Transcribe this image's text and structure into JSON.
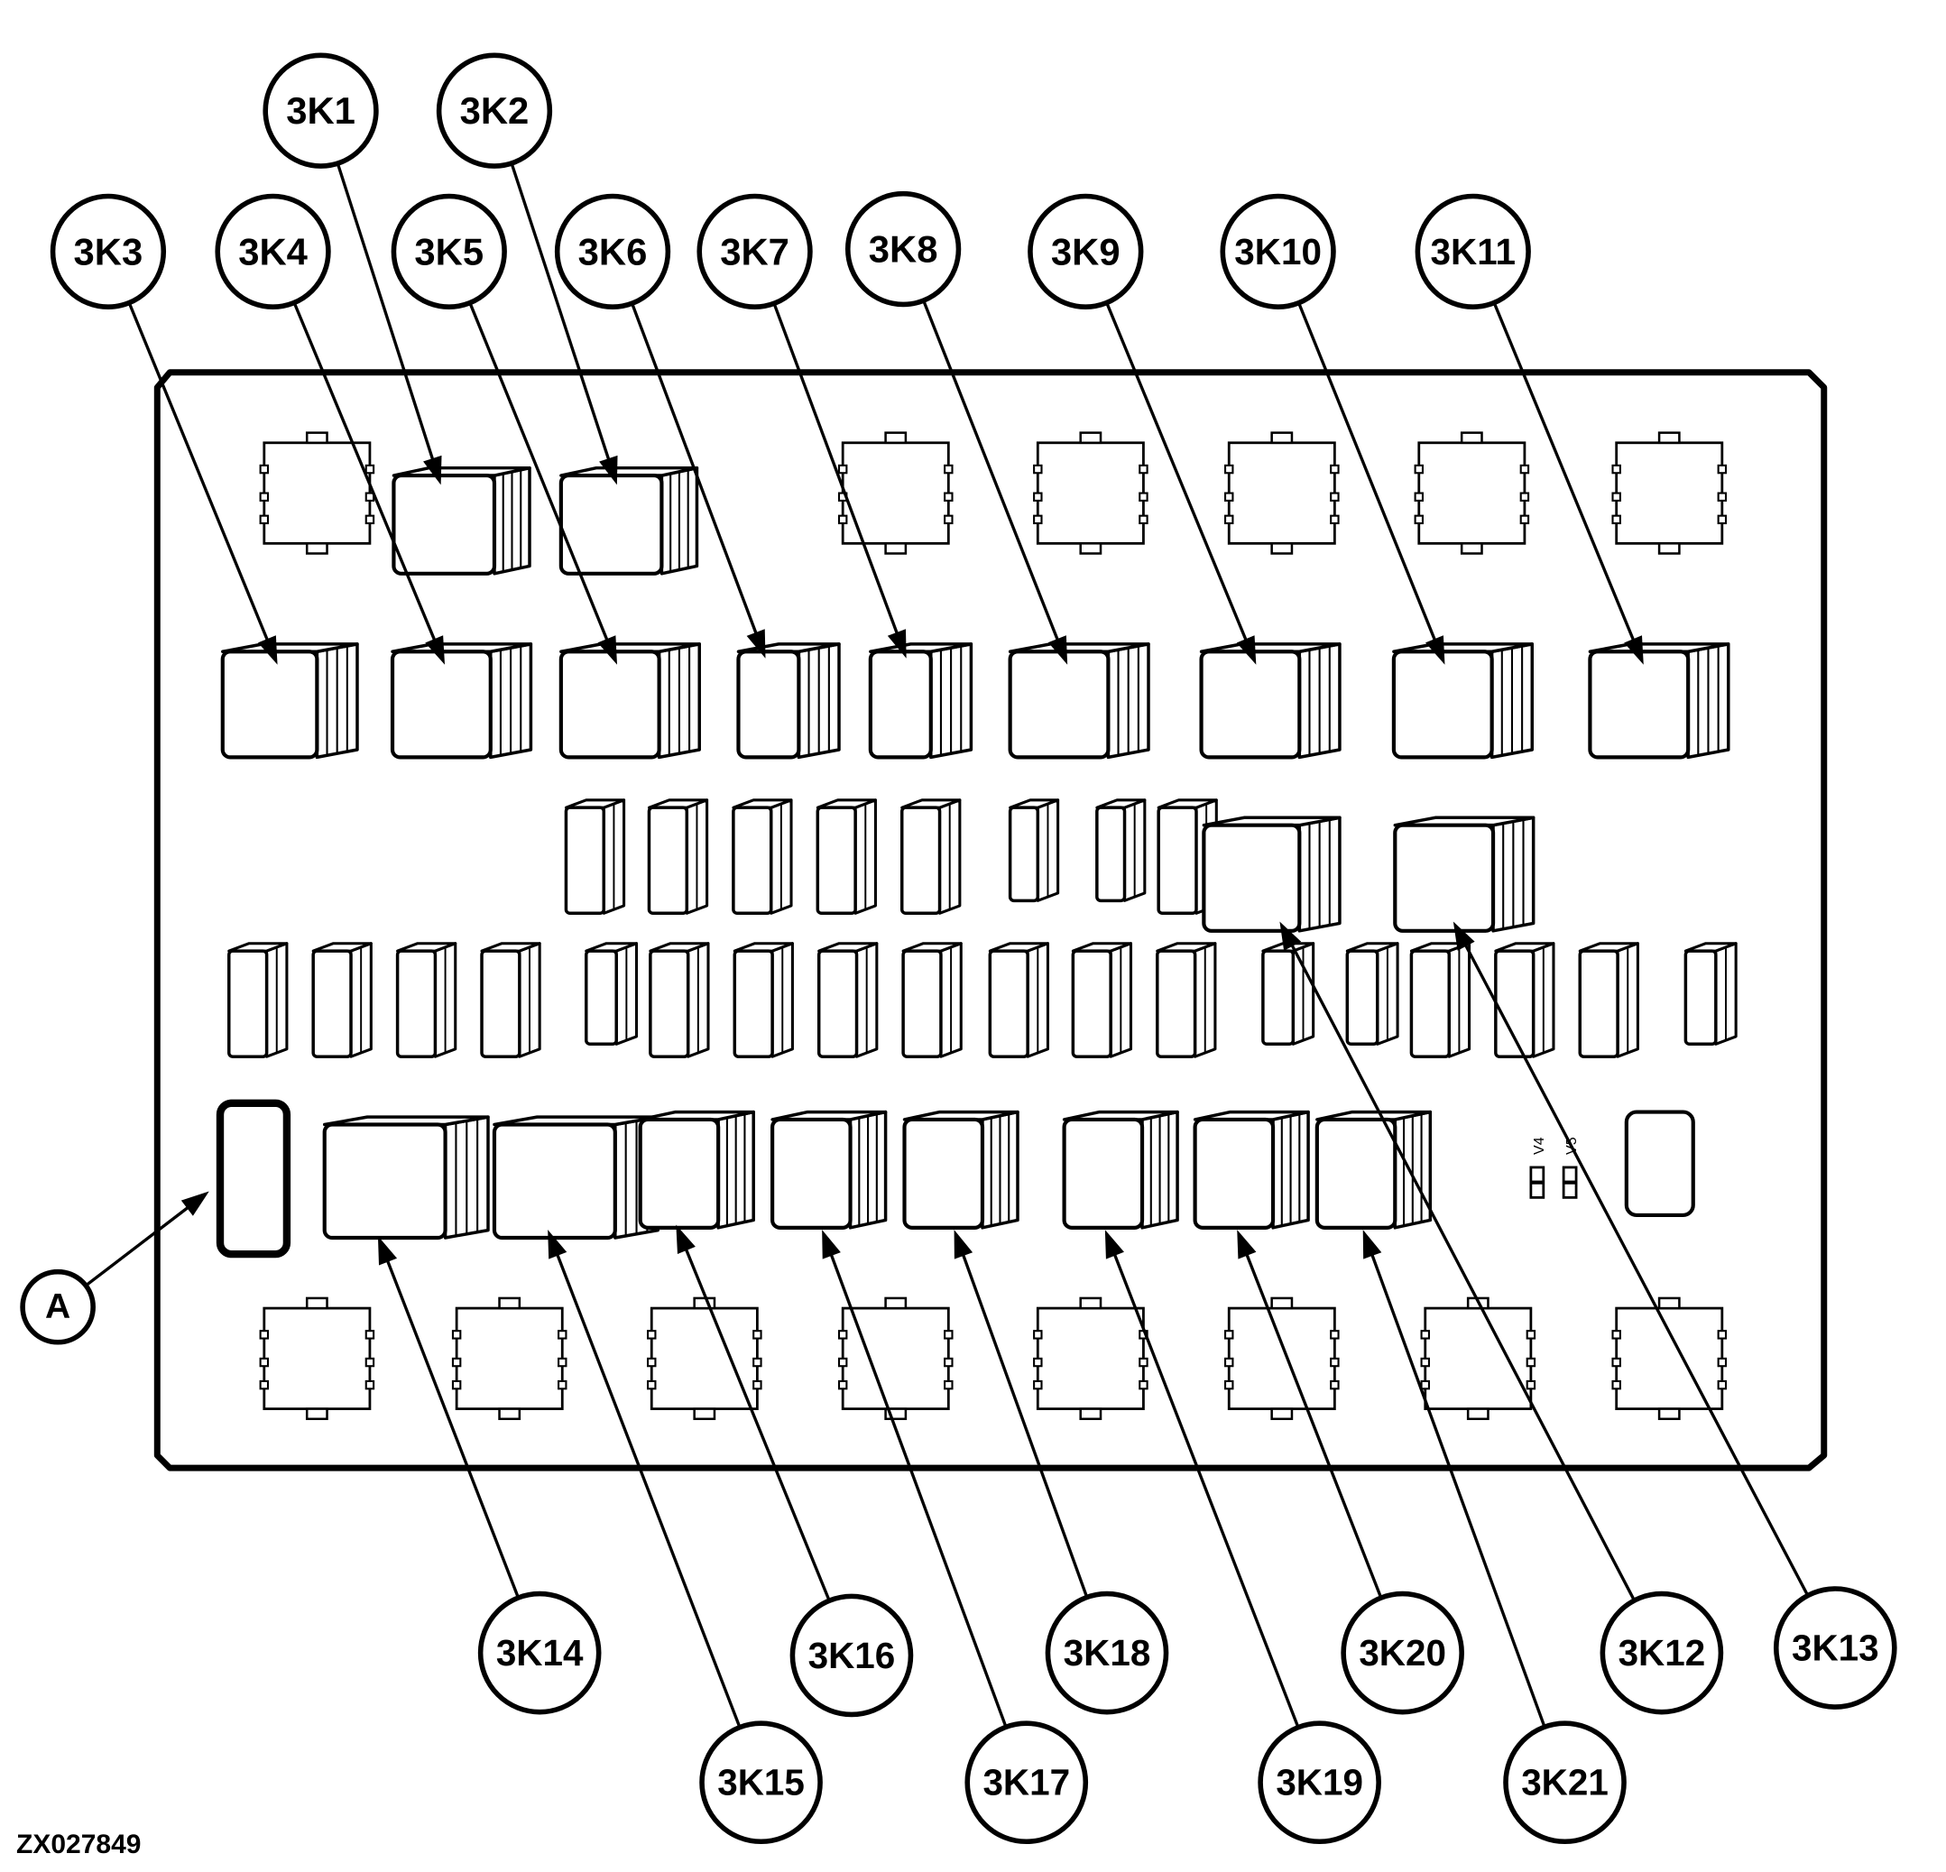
{
  "figure_id": "ZX027849",
  "board_labels": [
    "V4",
    "V5"
  ],
  "callouts": [
    "3K1",
    "3K2",
    "3K3",
    "3K4",
    "3K5",
    "3K6",
    "3K7",
    "3K8",
    "3K9",
    "3K10",
    "3K11",
    "3K12",
    "3K13",
    "3K14",
    "3K15",
    "3K16",
    "3K17",
    "3K18",
    "3K19",
    "3K20",
    "3K21",
    "A"
  ]
}
